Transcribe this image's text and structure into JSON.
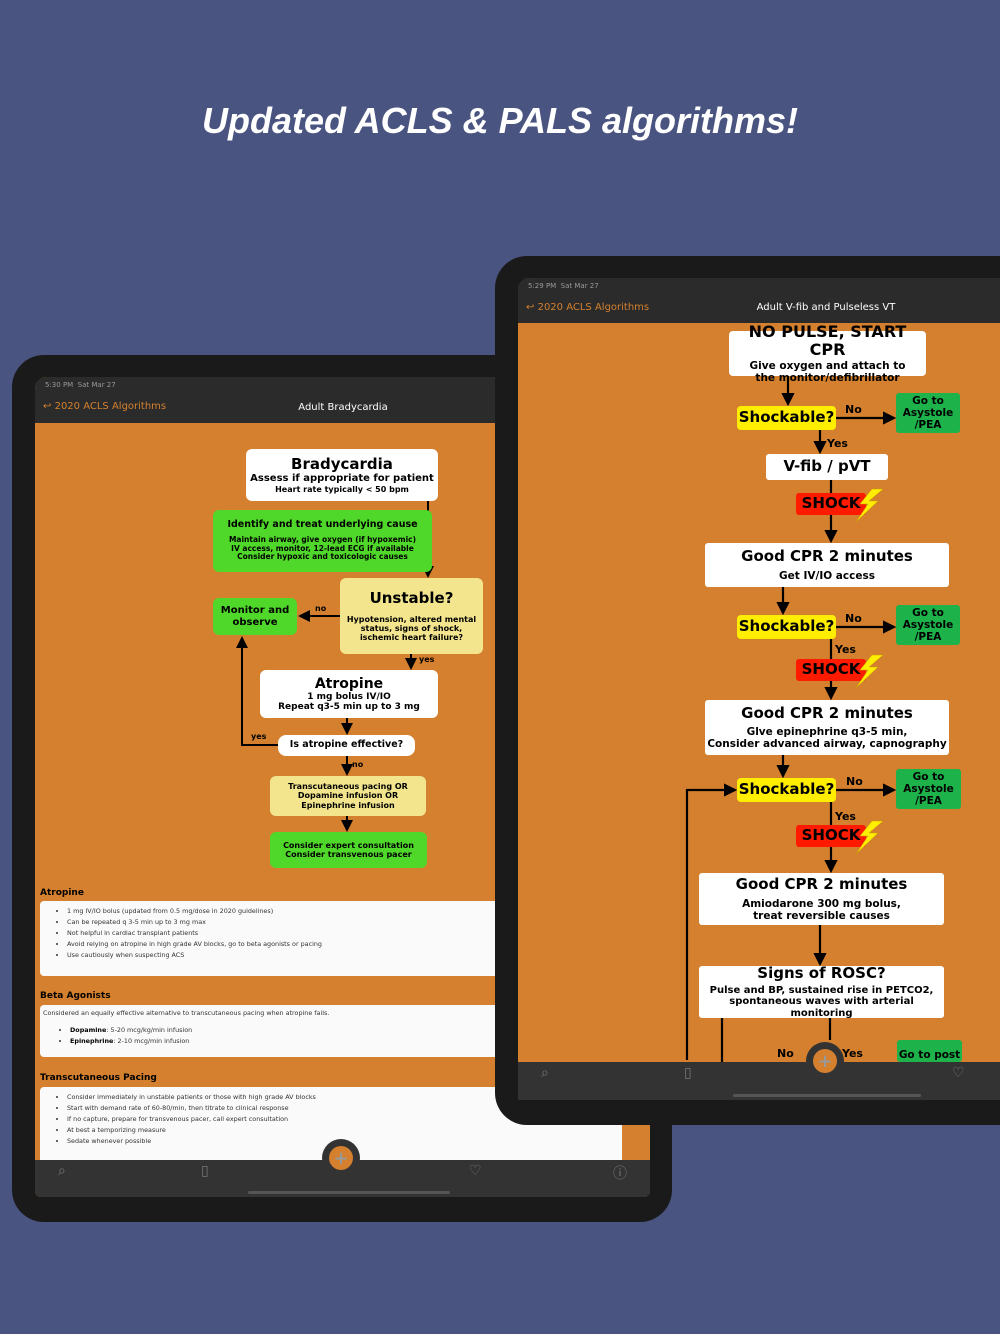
{
  "headline": "Updated ACLS & PALS algorithms!",
  "colors": {
    "background": "#4a5480",
    "accent": "#d4802e",
    "green": "#4fd82a",
    "shock": "#ff1a00",
    "shockable": "#ffee00"
  },
  "left": {
    "status": {
      "time": "5:30 PM",
      "date": "Sat Mar 27"
    },
    "nav": {
      "back_label": "2020 ACLS Algorithms",
      "title": "Adult Bradycardia"
    },
    "flow": {
      "brady_title": "Bradycardia",
      "brady_sub": "Assess if appropriate for patient",
      "brady_note": "Heart rate typically < 50 bpm",
      "identify_title": "Identify and treat underlying cause",
      "identify_l1": "Maintain airway, give oxygen (if hypoxemic)",
      "identify_l2": "IV access, monitor, 12-lead ECG if available",
      "identify_l3": "Consider hypoxic and toxicologic causes",
      "unstable_title": "Unstable?",
      "unstable_sub": "Hypotension, altered mental status, signs of shock, ischemic heart failure?",
      "monitor": "Monitor and observe",
      "no1": "no",
      "yes1": "yes",
      "atropine_title": "Atropine",
      "atropine_l1": "1 mg bolus IV/IO",
      "atropine_l2": "Repeat q3-5 min up to 3 mg",
      "effective": "Is atropine effective?",
      "yes2": "yes",
      "no2": "no",
      "pacing": "Transcutaneous pacing OR Dopamine infusion OR Epinephrine infusion",
      "expert_l1": "Consider expert consultation",
      "expert_l2": "Consider transvenous pacer"
    },
    "sections": [
      {
        "title": "Atropine",
        "items": [
          "1 mg IV/IO bolus (updated from 0.5 mg/dose in 2020 guidelines)",
          "Can be repeated q 3-5 min up to 3 mg max",
          "Not helpful in cardiac transplant patients",
          "Avoid relying on atropine in high grade AV blocks, go to beta agonists or pacing",
          "Use cautiously when suspecting ACS"
        ]
      },
      {
        "title": "Beta Agonists",
        "intro": "Considered an equally effective alternative to transcutaneous pacing when atropine fails.",
        "items": [
          {
            "name": "Dopamine",
            "text": ": 5-20 mcg/kg/min infusion"
          },
          {
            "name": "Epinephrine",
            "text": ":  2-10 mcg/min infusion"
          }
        ]
      },
      {
        "title": "Transcutaneous Pacing",
        "items": [
          "Consider immediately in unstable patients or those with high grade AV blocks",
          "Start with demand rate of 60-80/min, then titrate to clinical response",
          "If no capture, prepare for transvenous pacer, call expert consultation",
          "At best a temporizing measure",
          "Sedate whenever possible"
        ]
      }
    ]
  },
  "right": {
    "status": {
      "time": "5:29 PM",
      "date": "Sat Mar 27"
    },
    "nav": {
      "back_label": "2020 ACLS Algorithms",
      "title": "Adult V-fib and Pulseless VT"
    },
    "flow": {
      "start_title": "NO PULSE, START CPR",
      "start_sub": "Give oxygen and attach to the monitor/defibrillator",
      "shockable": "Shockable?",
      "no": "No",
      "yes": "Yes",
      "asystole": "Go to Asystole /PEA",
      "vfib": "V-fib / pVT",
      "shock": "SHOCK",
      "cpr_title": "Good CPR 2 minutes",
      "cpr1_sub": "Get IV/IO access",
      "cpr2_l1": "Glve epinephrine q3-5 min,",
      "cpr2_l2": "Consider advanced airway, capnography",
      "cpr3_l1": "Amiodarone 300 mg bolus,",
      "cpr3_l2": "treat reversible causes",
      "rosc_title": "Signs of ROSC?",
      "rosc_l1": "Pulse and BP, sustained rise in PETCO2,",
      "rosc_l2": "spontaneous waves with arterial monitoring",
      "post": "Go to post"
    }
  },
  "icons": {
    "back": "back-arrow-icon",
    "search": "search-icon",
    "doc": "document-icon",
    "fab": "medical-cross-icon",
    "heart": "heart-icon",
    "info": "info-icon"
  }
}
